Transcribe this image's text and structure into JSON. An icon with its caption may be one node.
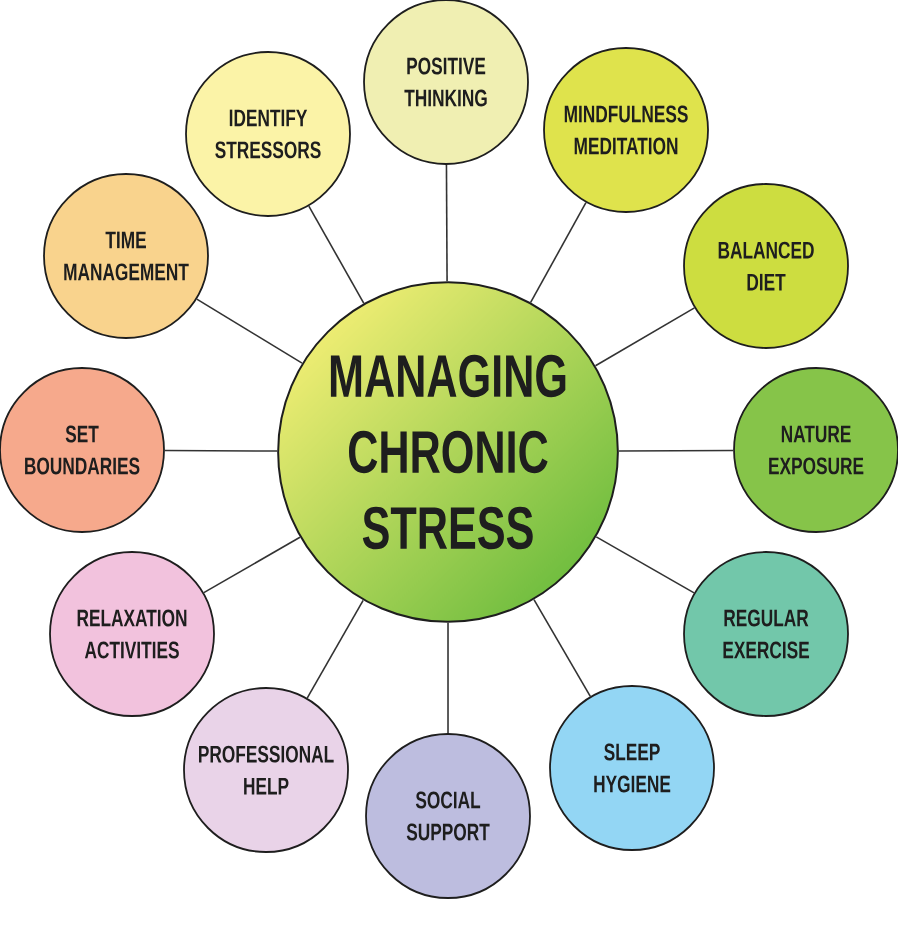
{
  "diagram": {
    "nodes": [
      {
        "text": [
          "MANAGING CHRONIC STRESS"
        ]
      },
      {
        "text": [
          "POSITIVE THINKING"
        ]
      },
      {
        "text": [
          "MINDFULNESS MEDITATION"
        ]
      },
      {
        "text": [
          "BALANCED DIET"
        ]
      },
      {
        "text": [
          "NATURE EXPOSURE"
        ]
      },
      {
        "text": [
          "REGULAR EXERCISE"
        ]
      },
      {
        "text": [
          "SLEEP HYGIENE"
        ]
      },
      {
        "text": [
          "SOCIAL SUPPORT"
        ]
      },
      {
        "text": [
          "PROFESSIONAL HELP"
        ]
      },
      {
        "text": [
          "RELAXATION ACTIVITIES"
        ]
      },
      {
        "text": [
          "SET BOUNDARIES"
        ]
      },
      {
        "text": [
          "TIME MANAGEMENT"
        ]
      },
      {
        "text": [
          "IDENTIFY STRESSORS"
        ]
      }
    ],
    "edges": [
      {
        "from": 0,
        "to": 1,
        "arrow": "none"
      },
      {
        "from": 0,
        "to": 2,
        "arrow": "none"
      },
      {
        "from": 0,
        "to": 3,
        "arrow": "none"
      },
      {
        "from": 0,
        "to": 4,
        "arrow": "none"
      },
      {
        "from": 0,
        "to": 5,
        "arrow": "none"
      },
      {
        "from": 0,
        "to": 6,
        "arrow": "none"
      },
      {
        "from": 0,
        "to": 7,
        "arrow": "none"
      },
      {
        "from": 0,
        "to": 8,
        "arrow": "none"
      },
      {
        "from": 0,
        "to": 9,
        "arrow": "none"
      },
      {
        "from": 0,
        "to": 10,
        "arrow": "none"
      },
      {
        "from": 0,
        "to": 11,
        "arrow": "none"
      },
      {
        "from": 0,
        "to": 12,
        "arrow": "none"
      }
    ]
  }
}
